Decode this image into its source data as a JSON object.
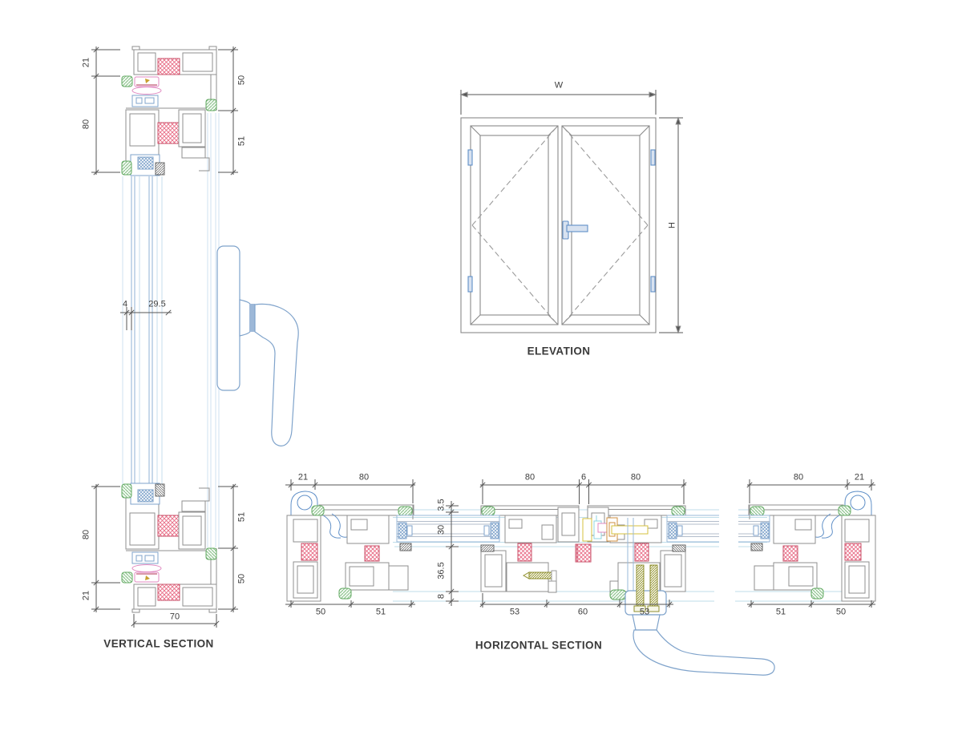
{
  "drawing": {
    "type": "window-system-technical-drawing",
    "colors": {
      "profile_outline": "#8f8f8f",
      "dimension": "#555555",
      "text": "#3d3d3d",
      "thermal_break_red": "#e06a84",
      "gasket_green": "#5fa85f",
      "glass_blue": "#9ab8d8",
      "pale_glass_line": "#bfdde9",
      "handle_blue": "#7fa3cb",
      "screw_olive": "#8f8f2f",
      "lock_orange": "#cf8f3f",
      "lock_yellow": "#d4c23c",
      "mech_pink": "#e088c0"
    }
  },
  "vertical_section": {
    "label": "VERTICAL SECTION",
    "top_profile": {
      "left_dims": [
        "21",
        "80"
      ],
      "right_dims": [
        "50",
        "51"
      ]
    },
    "glazing": {
      "pane_dim": "4",
      "unit_dim": "29.5"
    },
    "bottom_profile": {
      "left_dims": [
        "80",
        "21"
      ],
      "right_dims": [
        "51",
        "50"
      ],
      "width_dim": "70"
    }
  },
  "elevation": {
    "label": "ELEVATION",
    "width_label": "W",
    "height_label": "H"
  },
  "horizontal_section": {
    "label": "HORIZONTAL SECTION",
    "left_group": {
      "top_dims": [
        "21",
        "80"
      ],
      "bottom_dims": [
        "50",
        "51"
      ]
    },
    "middle_group": {
      "top_dims": [
        "80",
        "6",
        "80"
      ],
      "bottom_dims": [
        "53",
        "60",
        "53"
      ]
    },
    "right_group": {
      "top_dims": [
        "80",
        "21"
      ],
      "bottom_dims": [
        "51",
        "50"
      ]
    },
    "depth_dims": [
      "3.5",
      "30",
      "36.5",
      "8"
    ]
  }
}
